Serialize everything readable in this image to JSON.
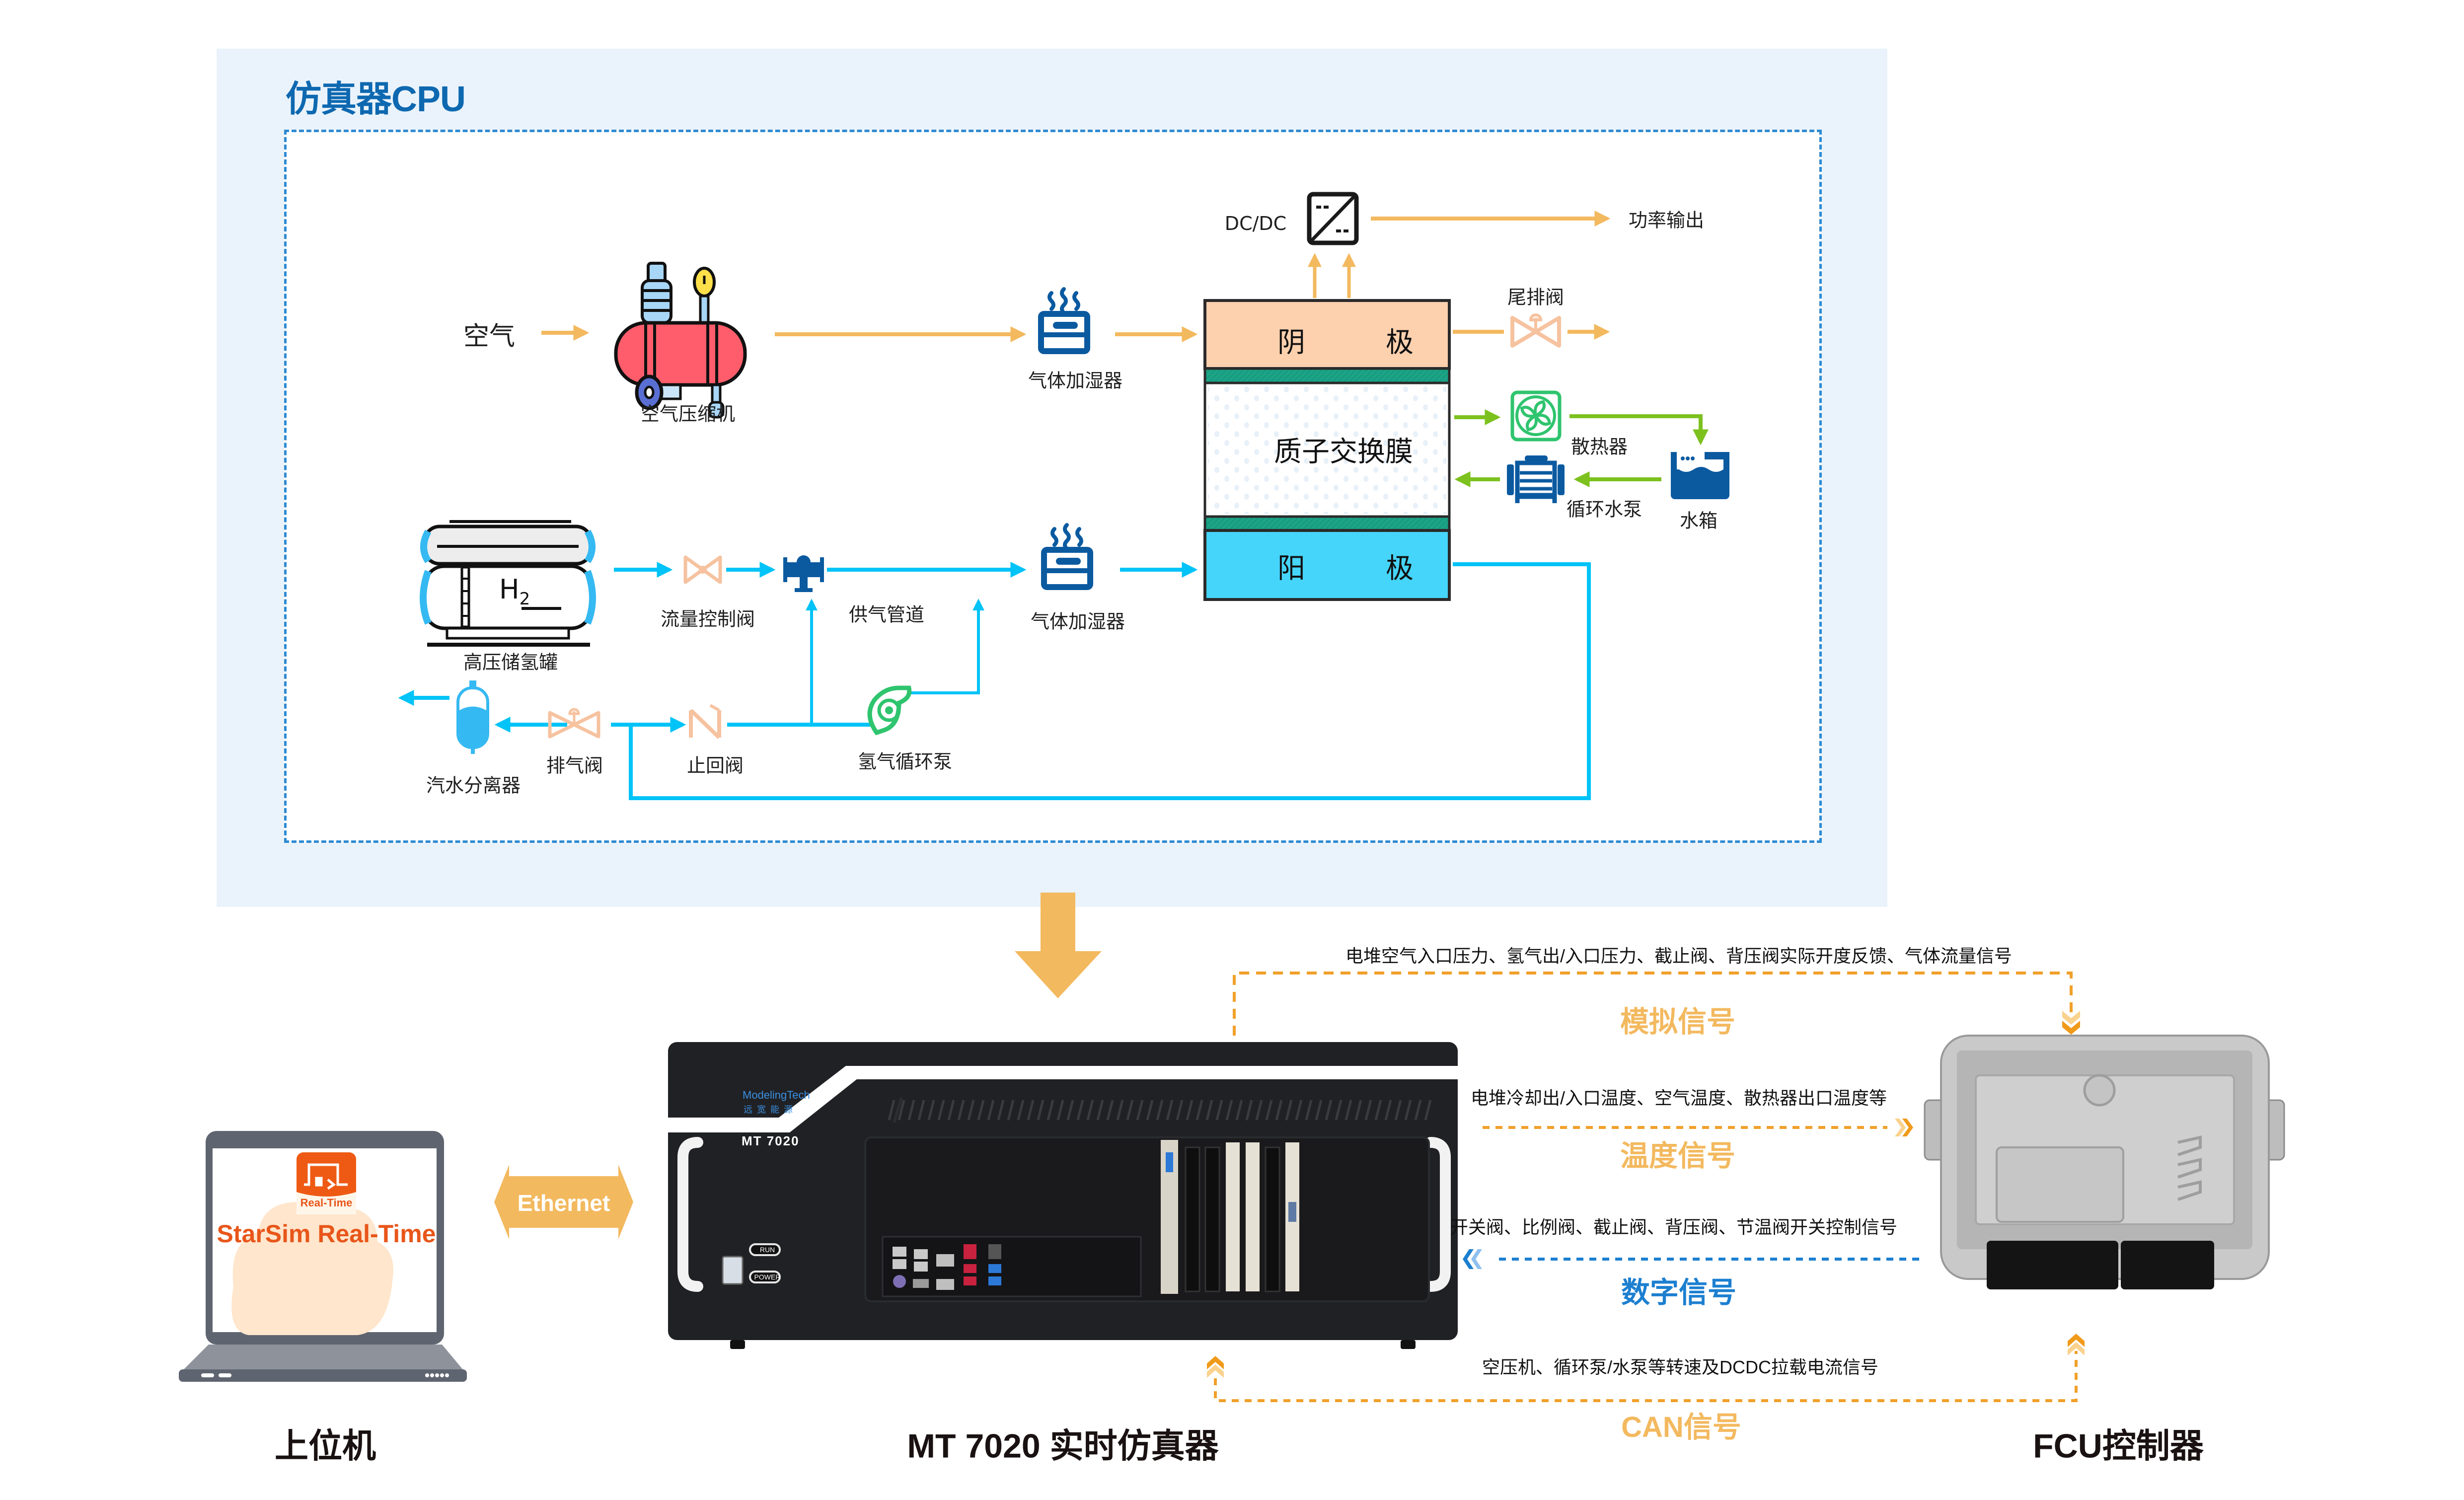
{
  "panel": {
    "title": "仿真器CPU"
  },
  "colors": {
    "air_line": "#F3B95F",
    "hydrogen_line": "#00C3F7",
    "coolant_line": "#7CC11E",
    "panel_bg": "#EAF3FB",
    "panel_title": "#0E68B0",
    "cathode": "#FDD0AE",
    "anode": "#46D5FA",
    "membrane_band": "#1BA486",
    "valve": "#F6C29F",
    "icon_blue": "#0B5AA0",
    "radiator_green": "#2FC46E",
    "analog_signal": "#F0A02A",
    "digital_signal": "#1C7FD0",
    "device_black": "#202124"
  },
  "air_path": {
    "input_label": "空气",
    "compressor_label": "空气压缩机",
    "humidifier_label": "气体加湿器"
  },
  "stack": {
    "cathode_label_left": "阴",
    "cathode_label_right": "极",
    "membrane_label": "质子交换膜",
    "anode_label_left": "阳",
    "anode_label_right": "极"
  },
  "power": {
    "dcdc_label": "DC/DC",
    "output_label": "功率输出"
  },
  "exhaust": {
    "valve_label": "尾排阀"
  },
  "coolant": {
    "radiator_label": "散热器",
    "pump_label": "循环水泵",
    "tank_label": "水箱"
  },
  "hydrogen_path": {
    "tank_label": "高压储氢罐",
    "tank_symbol": "H",
    "tank_symbol_sub": "2",
    "flow_valve_label": "流量控制阀",
    "supply_pipe_label": "供气管道",
    "humidifier_label": "气体加湿器",
    "separator_label": "汽水分离器",
    "purge_valve_label": "排气阀",
    "check_valve_label": "止回阀",
    "recirc_pump_label": "氢气循环泵"
  },
  "bottom": {
    "host": {
      "title": "上位机",
      "software_badge": "Real-Time",
      "software_name": "StarSim Real-Time"
    },
    "link": {
      "label": "Ethernet"
    },
    "simulator": {
      "title": "MT 7020 实时仿真器",
      "brand": "ModelingTech",
      "brand_cn": "远 宽 能 源",
      "model": "MT 7020",
      "run_label": "RUN",
      "power_label": "POWER"
    },
    "controller": {
      "title": "FCU控制器"
    },
    "signals": [
      {
        "name": "模拟信号",
        "description": "电堆空气入口压力、氢气出/入口压力、截止阀、背压阀实际开度反馈、气体流量信号",
        "color": "#F3B95F",
        "direction": "simulator-to-controller"
      },
      {
        "name": "温度信号",
        "description": "电堆冷却出/入口温度、空气温度、散热器出口温度等",
        "color": "#F3B95F",
        "direction": "simulator-to-controller"
      },
      {
        "name": "数字信号",
        "description": "开关阀、比例阀、截止阀、背压阀、节温阀开关控制信号",
        "color": "#1C7FD0",
        "direction": "controller-to-simulator"
      },
      {
        "name": "CAN信号",
        "description": "空压机、循环泵/水泵等转速及DCDC拉载电流信号",
        "color": "#F3B95F",
        "direction": "bidirectional"
      }
    ]
  }
}
